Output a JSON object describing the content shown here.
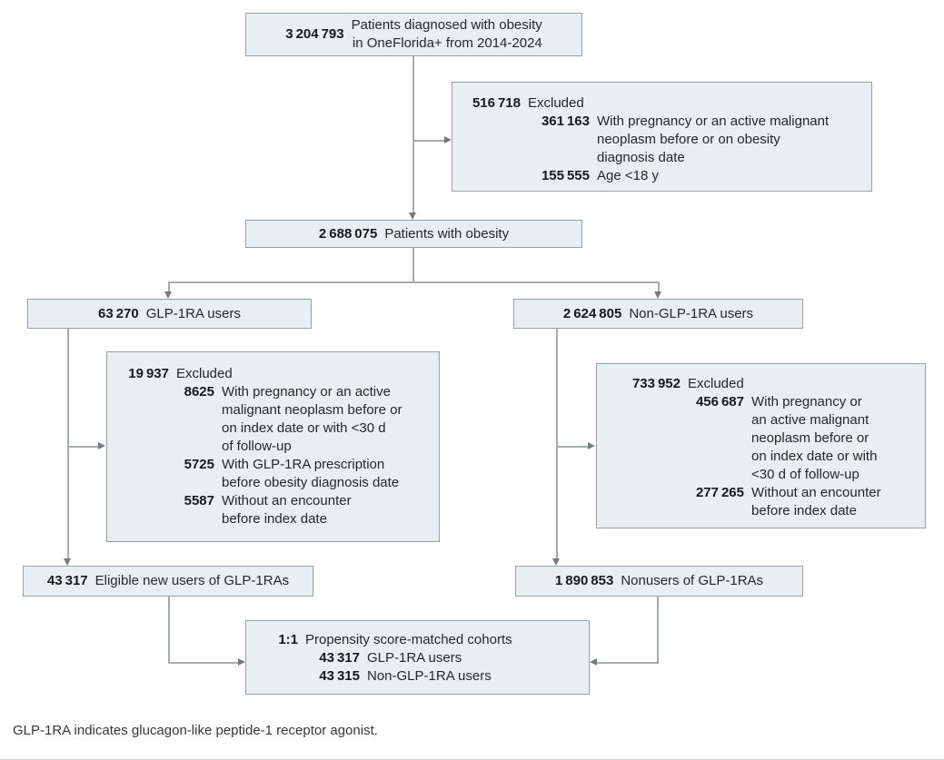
{
  "diagram": {
    "top_box": {
      "num": "3 204 793",
      "label": "Patients diagnosed with obesity\nin OneFlorida+ from 2014-2024"
    },
    "excluded_top": {
      "num": "516 718",
      "label": "Excluded",
      "items": [
        {
          "num": "361 163",
          "label": "With pregnancy or an active malignant\nneoplasm before or on obesity\ndiagnosis date"
        },
        {
          "num": "155 555",
          "label": "Age <18 y"
        }
      ]
    },
    "patients_obesity": {
      "num": "2 688 075",
      "label": "Patients with obesity"
    },
    "glp1_users": {
      "num": "63 270",
      "label": "GLP-1RA users"
    },
    "non_glp1_users": {
      "num": "2 624 805",
      "label": "Non-GLP-1RA users"
    },
    "excluded_left": {
      "num": "19 937",
      "label": "Excluded",
      "items": [
        {
          "num": "8625",
          "label": "With pregnancy or an active\nmalignant neoplasm before or\non index date or with <30 d\nof follow-up"
        },
        {
          "num": "5725",
          "label": "With GLP-1RA prescription\nbefore obesity diagnosis date"
        },
        {
          "num": "5587",
          "label": "Without an encounter\nbefore index date"
        }
      ]
    },
    "excluded_right": {
      "num": "733 952",
      "label": "Excluded",
      "items": [
        {
          "num": "456 687",
          "label": "With pregnancy or\nan active malignant\nneoplasm before or\non index date or with\n<30 d of follow-up"
        },
        {
          "num": "277 265",
          "label": "Without an encounter\nbefore index date"
        }
      ]
    },
    "eligible": {
      "num": "43 317",
      "label": "Eligible new users of GLP-1RAs"
    },
    "nonusers": {
      "num": "1 890 853",
      "label": "Nonusers of GLP-1RAs"
    },
    "matched": {
      "num": "1:1",
      "label": "Propensity score-matched cohorts",
      "items": [
        {
          "num": "43 317",
          "label": "GLP-1RA users"
        },
        {
          "num": "43 315",
          "label": "Non-GLP-1RA users"
        }
      ]
    },
    "footnote": "GLP-1RA indicates glucagon-like peptide-1 receptor agonist.",
    "colors": {
      "box_fill": "#e9eef1",
      "box_border": "#97a1a5",
      "line": "#a6abae",
      "arrow": "#767d81",
      "text": "#24282a"
    }
  }
}
